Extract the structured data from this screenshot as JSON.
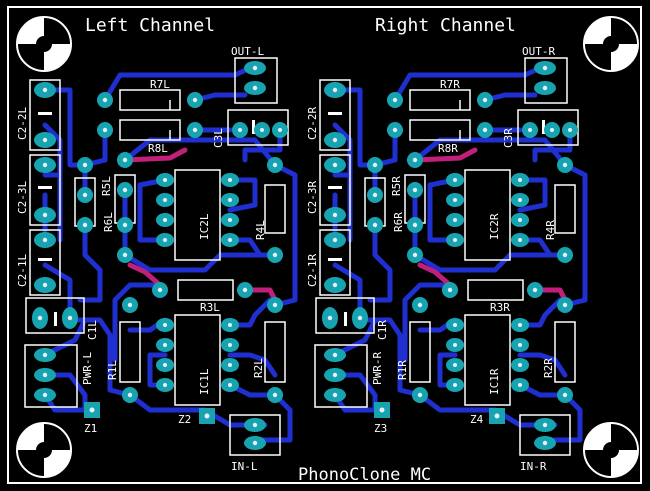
{
  "board": {
    "title": "PhonoClone MC",
    "left_channel": "Left Channel",
    "right_channel": "Right Channel",
    "colors": {
      "background": "#000000",
      "trace_bottom": "#1f2fd0",
      "trace_top": "#c0207a",
      "pad": "#17a3b0",
      "pad_hole": "#e8f0ff",
      "silk": "#ffffff"
    }
  },
  "labels": {
    "out_l": "OUT-L",
    "out_r": "OUT-R",
    "in_l": "IN-L",
    "in_r": "IN-R",
    "pwr_l": "PWR-L",
    "pwr_r": "PWR-R",
    "r7l": "R7L",
    "r8l": "R8L",
    "r7r": "R7R",
    "r8r": "R8R",
    "c3l": "C3L",
    "c3r": "C3R",
    "c2_2l": "C2-2L",
    "c2_3l": "C2-3L",
    "c2_1l": "C2-1L",
    "c2_2r": "C2-2R",
    "c2_3r": "C2-3R",
    "c2_1r": "C2-1R",
    "r5l": "R5L",
    "r6l": "R6L",
    "r5r": "R5R",
    "r6r": "R6R",
    "ic2l": "IC2L",
    "ic2r": "IC2R",
    "r4l": "R4L",
    "r4r": "R4R",
    "r3l": "R3L",
    "r3r": "R3R",
    "c1l": "C1L",
    "c1r": "C1R",
    "r1l": "R1L",
    "r1r": "R1R",
    "ic1l": "IC1L",
    "ic1r": "IC1R",
    "r2l": "R2L",
    "r2r": "R2R",
    "z1": "Z1",
    "z2": "Z2",
    "z3": "Z3",
    "z4": "Z4"
  }
}
